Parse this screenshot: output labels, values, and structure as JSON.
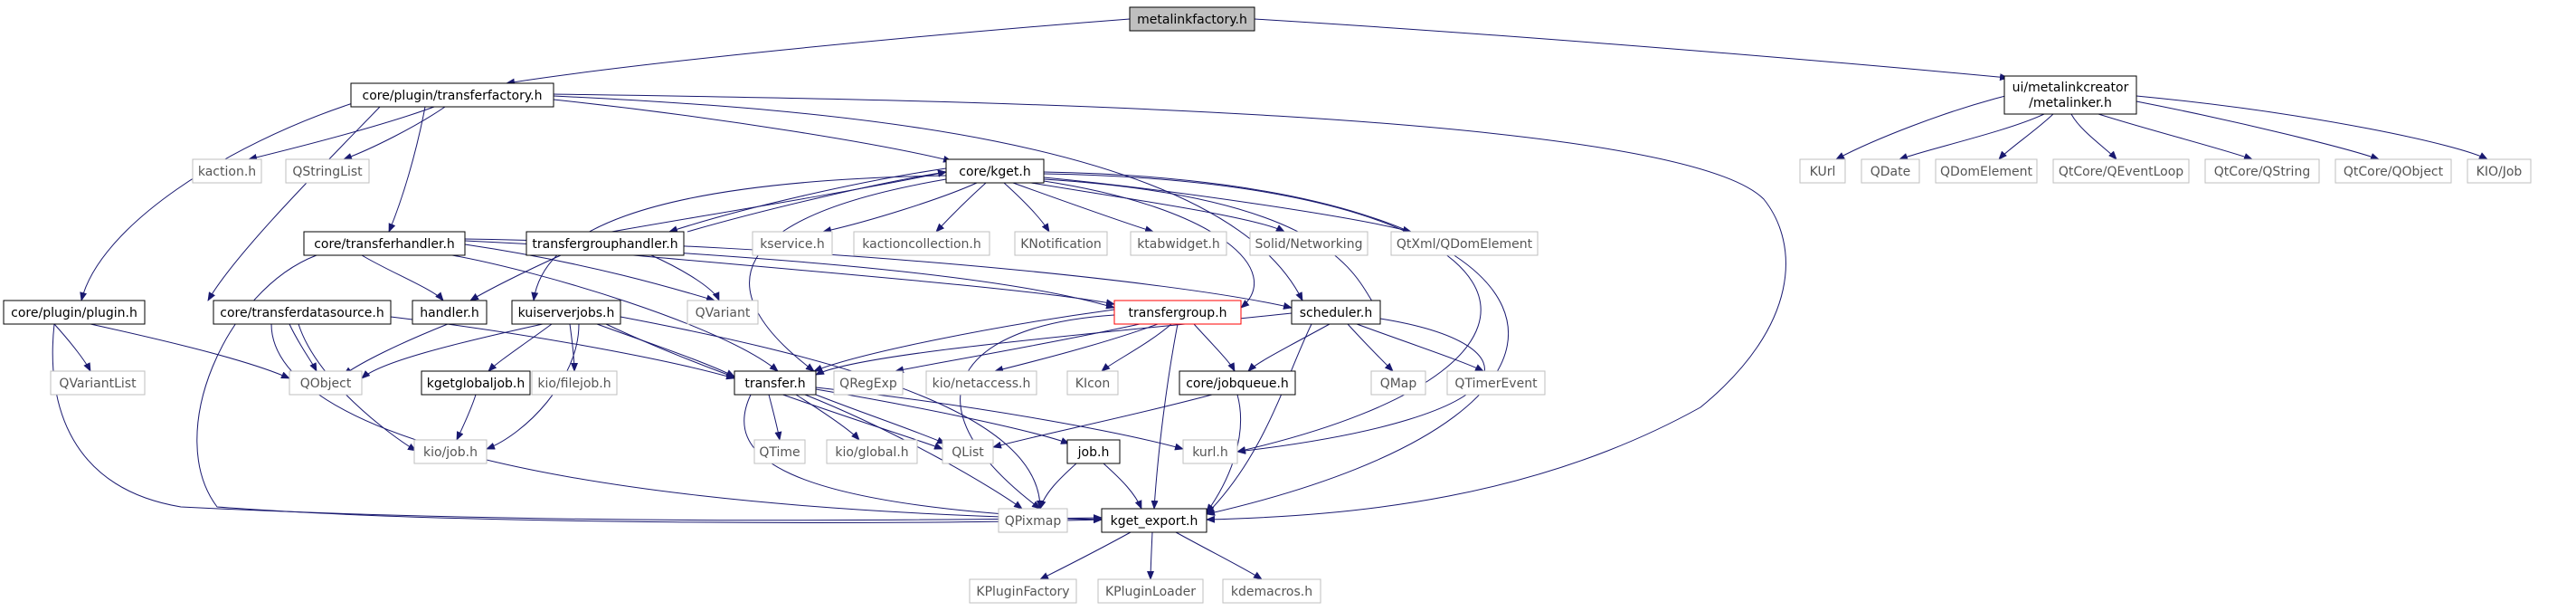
{
  "nodes": {
    "metalinkfactory": {
      "label": "metalinkfactory.h",
      "kind": "root"
    },
    "transferfactory": {
      "label": "core/plugin/transferfactory.h",
      "kind": "normal"
    },
    "metalinker_line1": {
      "label": "ui/metalinkcreator",
      "kind": "normal"
    },
    "metalinker_line2": {
      "label": "/metalinker.h",
      "kind": "normal"
    },
    "kaction": {
      "label": "kaction.h",
      "kind": "external"
    },
    "qstringlist": {
      "label": "QStringList",
      "kind": "external"
    },
    "kget": {
      "label": "core/kget.h",
      "kind": "normal"
    },
    "transferhandler": {
      "label": "core/transferhandler.h",
      "kind": "normal"
    },
    "transfergrouphandler": {
      "label": "transfergrouphandler.h",
      "kind": "normal"
    },
    "kservice": {
      "label": "kservice.h",
      "kind": "external"
    },
    "kactioncollection": {
      "label": "kactioncollection.h",
      "kind": "external"
    },
    "knotification": {
      "label": "KNotification",
      "kind": "external"
    },
    "ktabwidget": {
      "label": "ktabwidget.h",
      "kind": "external"
    },
    "solidnetworking": {
      "label": "Solid/Networking",
      "kind": "external"
    },
    "qtxmlqdomelement": {
      "label": "QtXml/QDomElement",
      "kind": "external"
    },
    "kurl_ext": {
      "label": "KUrl",
      "kind": "external"
    },
    "qdate": {
      "label": "QDate",
      "kind": "external"
    },
    "qdomelement": {
      "label": "QDomElement",
      "kind": "external"
    },
    "qeventloop": {
      "label": "QtCore/QEventLoop",
      "kind": "external"
    },
    "qstring": {
      "label": "QtCore/QString",
      "kind": "external"
    },
    "qobject_core": {
      "label": "QtCore/QObject",
      "kind": "external"
    },
    "kiojob_ext": {
      "label": "KIO/Job",
      "kind": "external"
    },
    "pluginh": {
      "label": "core/plugin/plugin.h",
      "kind": "normal"
    },
    "transferdatasource": {
      "label": "core/transferdatasource.h",
      "kind": "normal"
    },
    "handler": {
      "label": "handler.h",
      "kind": "normal"
    },
    "kuiserverjobs": {
      "label": "kuiserverjobs.h",
      "kind": "normal"
    },
    "qvariant": {
      "label": "QVariant",
      "kind": "external"
    },
    "transfergroup": {
      "label": "transfergroup.h",
      "kind": "highlight"
    },
    "scheduler": {
      "label": "scheduler.h",
      "kind": "normal"
    },
    "qvariantlist": {
      "label": "QVariantList",
      "kind": "external"
    },
    "qobject": {
      "label": "QObject",
      "kind": "external"
    },
    "kgetglobaljob": {
      "label": "kgetglobaljob.h",
      "kind": "normal"
    },
    "kiofilejob": {
      "label": "kio/filejob.h",
      "kind": "external"
    },
    "transfer": {
      "label": "transfer.h",
      "kind": "normal"
    },
    "qregexp": {
      "label": "QRegExp",
      "kind": "external"
    },
    "kionetaccess": {
      "label": "kio/netaccess.h",
      "kind": "external"
    },
    "kicon": {
      "label": "KIcon",
      "kind": "external"
    },
    "jobqueue": {
      "label": "core/jobqueue.h",
      "kind": "normal"
    },
    "qmap": {
      "label": "QMap",
      "kind": "external"
    },
    "qtimerevent": {
      "label": "QTimerEvent",
      "kind": "external"
    },
    "kiojob": {
      "label": "kio/job.h",
      "kind": "external"
    },
    "qtime": {
      "label": "QTime",
      "kind": "external"
    },
    "kioglobal": {
      "label": "kio/global.h",
      "kind": "external"
    },
    "qlist": {
      "label": "QList",
      "kind": "external"
    },
    "jobh": {
      "label": "job.h",
      "kind": "normal"
    },
    "kurl": {
      "label": "kurl.h",
      "kind": "external"
    },
    "qpixmap": {
      "label": "QPixmap",
      "kind": "external"
    },
    "kgetexport": {
      "label": "kget_export.h",
      "kind": "normal"
    },
    "kpluginfactory": {
      "label": "KPluginFactory",
      "kind": "external"
    },
    "kpluginloader": {
      "label": "KPluginLoader",
      "kind": "external"
    },
    "kdemacros": {
      "label": "kdemacros.h",
      "kind": "external"
    }
  },
  "colors": {
    "root_fill": "#bfbfbf",
    "normal_border": "#000000",
    "external_border": "#bfbfbf",
    "highlight_border": "#ff0000",
    "text_normal": "#000000",
    "text_external": "#555555",
    "edge": "#191970"
  }
}
